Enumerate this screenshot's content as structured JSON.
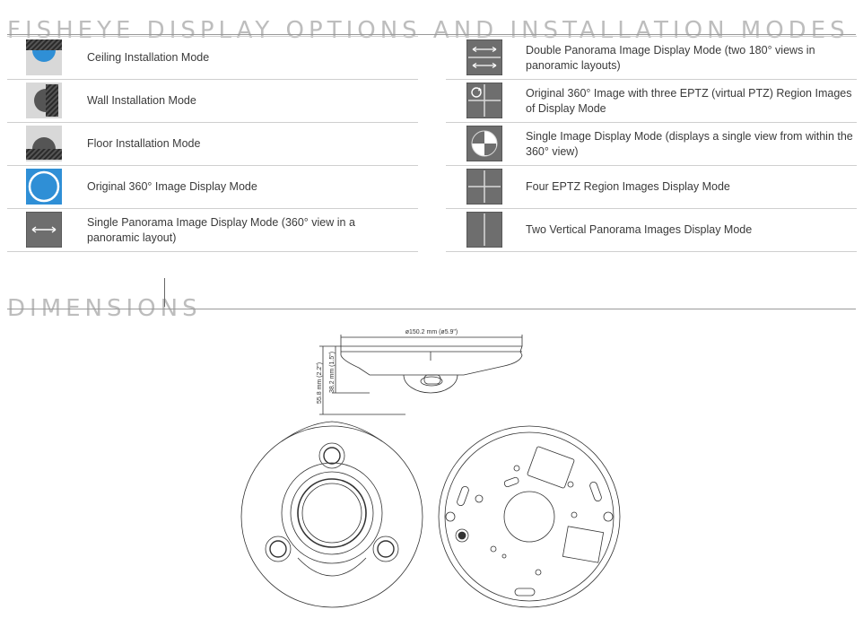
{
  "headings": {
    "modes": "FISHEYE DISPLAY OPTIONS AND INSTALLATION MODES",
    "dimensions": "DIMENSIONS"
  },
  "modes_left": [
    {
      "icon": "ceiling-mount-icon",
      "label": "Ceiling Installation Mode"
    },
    {
      "icon": "wall-mount-icon",
      "label": "Wall Installation Mode"
    },
    {
      "icon": "floor-mount-icon",
      "label": "Floor Installation Mode"
    },
    {
      "icon": "circle-360-icon",
      "label": "Original 360° Image Display Mode"
    },
    {
      "icon": "single-panorama-icon",
      "label": "Single Panorama Image Display Mode (360° view in a panoramic layout)"
    }
  ],
  "modes_right": [
    {
      "icon": "double-panorama-icon",
      "label": "Double Panorama Image Display Mode (two 180° views in panoramic layouts)"
    },
    {
      "icon": "original-plus-three-eptz-icon",
      "label": "Original 360° Image with three EPTZ (virtual PTZ) Region Images of Display Mode"
    },
    {
      "icon": "single-view-icon",
      "label": "Single Image Display Mode (displays a single view from within the 360° view)"
    },
    {
      "icon": "four-eptz-icon",
      "label": "Four EPTZ Region Images Display Mode"
    },
    {
      "icon": "two-vertical-panorama-icon",
      "label": "Two Vertical Panorama Images Display Mode"
    }
  ],
  "dimensions": {
    "width": "ø150.2 mm (ø5.9\")",
    "height_total": "55.8 mm (2.2\")",
    "height_body": "38.2 mm (1.5\")"
  },
  "colors": {
    "heading": "#bdbdbd",
    "icon_bg": "#6e6e6e",
    "accent_blue": "#2f8fd6"
  }
}
